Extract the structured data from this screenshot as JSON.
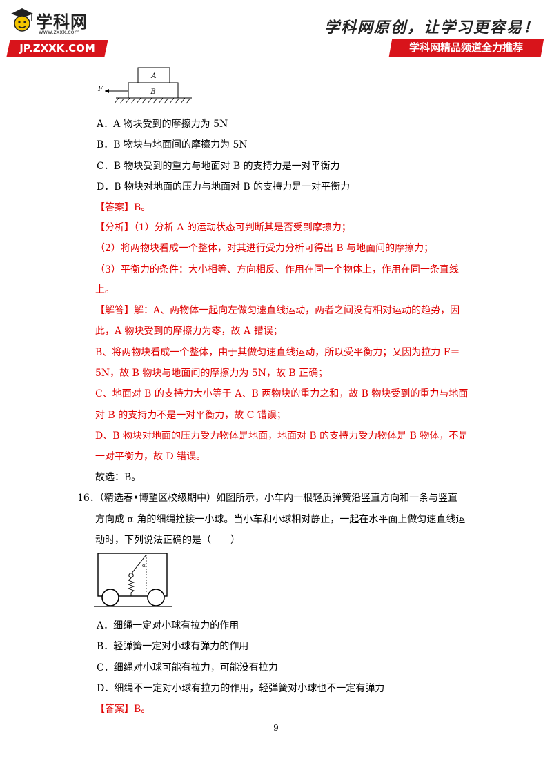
{
  "header": {
    "logo_text": "学科网",
    "logo_url": "www.zxxk.com",
    "brand_badge": "JP.ZXXK.COM",
    "slogan": "学科网原创，让学习更容易！",
    "promo": "学科网精品频道全力推荐"
  },
  "figure1": {
    "label_a": "A",
    "label_b": "B",
    "label_f": "F"
  },
  "q15": {
    "options": [
      "A．A 物块受到的摩擦力为 5N",
      "B．B 物块与地面间的摩擦力为 5N",
      "C．B 物块受到的重力与地面对 B 的支持力是一对平衡力",
      "D．B 物块对地面的压力与地面对 B 的支持力是一对平衡力"
    ],
    "answer": "【答案】B。",
    "analysis": [
      "【分析】（1）分析 A 的运动状态可判断其是否受到摩擦力；",
      "（2）将两物块看成一个整体，对其进行受力分析可得出 B 与地面间的摩擦力；",
      "（3）平衡力的条件：大小相等、方向相反、作用在同一个物体上，作用在同一条直线",
      "上。"
    ],
    "solution": [
      "【解答】解：A、两物体一起向左做匀速直线运动，两者之间没有相对运动的趋势，因",
      "此，A 物块受到的摩擦力为零，故 A 错误；",
      "B、将两物块看成一个整体，由于其做匀速直线运动，所以受平衡力；又因为拉力 F＝",
      "5N，故 B 物块与地面间的摩擦力为 5N，故 B 正确；",
      "C、地面对 B 的支持力大小等于 A、B 两物块的重力之和，故 B 物块受到的重力与地面",
      "对 B 的支持力不是一对平衡力，故 C 错误；",
      "D、B 物块对地面的压力受力物体是地面，地面对 B 的支持力受力物体是 B 物体，不是",
      "一对平衡力，故 D 错误。"
    ],
    "conclusion": "故选：B。"
  },
  "q16": {
    "stem": [
      "16．（精选春•博望区校级期中）如图所示，小车内一根轻质弹簧沿竖直方向和一条与竖直",
      "方向成 α 角的细绳拴接一小球。当小车和小球相对静止，一起在水平面上做匀速直线运",
      "动时，下列说法正确的是（　　）"
    ],
    "figure_angle_label": "α",
    "options": [
      "A．细绳一定对小球有拉力的作用",
      "B．轻弹簧一定对小球有弹力的作用",
      "C．细绳对小球可能有拉力，可能没有拉力",
      "D．细绳不一定对小球有拉力的作用，轻弹簧对小球也不一定有弹力"
    ],
    "answer": "【答案】B。"
  },
  "footer": {
    "page_number": "9"
  }
}
